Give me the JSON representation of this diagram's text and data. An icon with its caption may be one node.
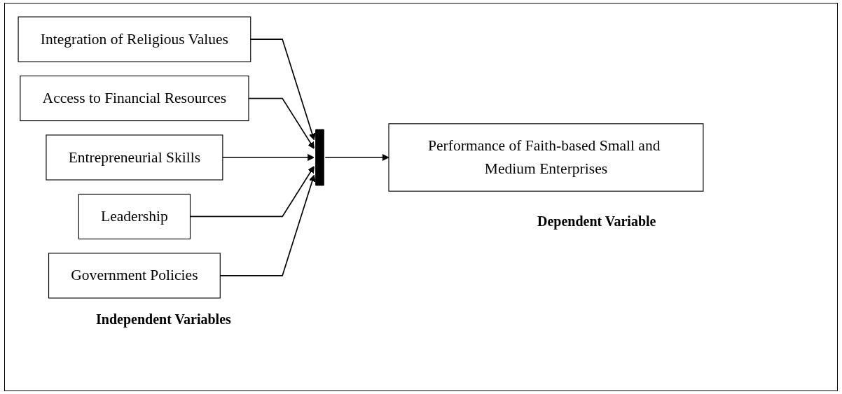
{
  "diagram": {
    "nodes": [
      {
        "text": [
          "Integration of Religious Values"
        ]
      },
      {
        "text": [
          "Access to Financial Resources"
        ]
      },
      {
        "text": [
          "Entrepreneurial Skills"
        ]
      },
      {
        "text": [
          "Leadership"
        ]
      },
      {
        "text": [
          "Government Policies"
        ]
      },
      {
        "text": [],
        "shape": "bar"
      },
      {
        "text": [
          "Performance of Faith-based Small and Medium Enterprises"
        ]
      }
    ],
    "edges": [
      {
        "from": 0,
        "to": 5,
        "arrow": "to"
      },
      {
        "from": 1,
        "to": 5,
        "arrow": "to"
      },
      {
        "from": 2,
        "to": 5,
        "arrow": "to"
      },
      {
        "from": 3,
        "to": 5,
        "arrow": "to"
      },
      {
        "from": 4,
        "to": 5,
        "arrow": "to"
      },
      {
        "from": 5,
        "to": 6,
        "arrow": "to"
      }
    ],
    "labels": [
      "Independent Variables",
      "Dependent Variable"
    ]
  }
}
